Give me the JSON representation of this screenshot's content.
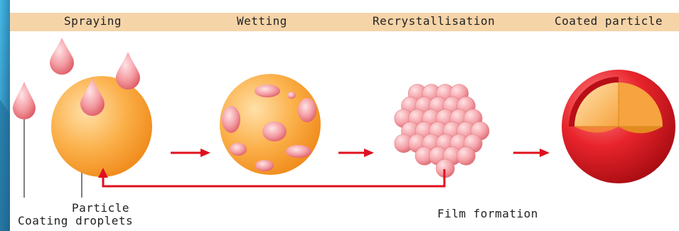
{
  "headers": {
    "spraying": "Spraying",
    "wetting": "Wetting",
    "recrystallisation": "Recrystallisation",
    "coated_particle": "Coated particle"
  },
  "labels": {
    "particle": "Particle",
    "coating_droplets": "Coating droplets",
    "film_formation": "Film formation"
  },
  "colors": {
    "header_band": "#f5d4a8",
    "left_accent": "#2a8fc0",
    "particle_orange": "#f9a03a",
    "droplet_pink": "#e8737b",
    "arrow_red": "#e0101e",
    "coat_red": "#d8141c"
  }
}
